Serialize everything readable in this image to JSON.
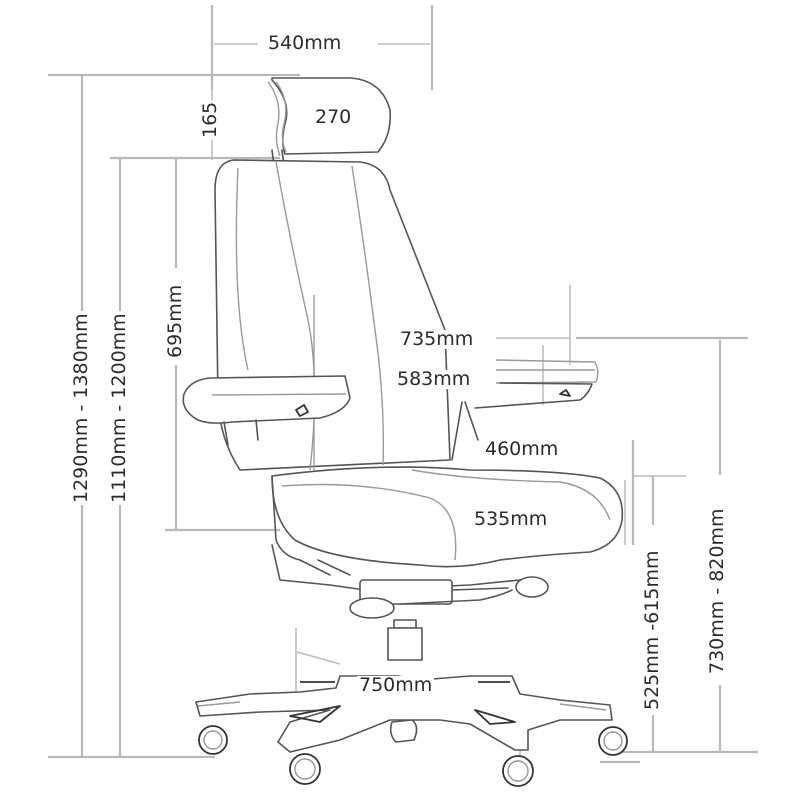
{
  "diagram": {
    "subject": "Office chair dimension drawing",
    "colors": {
      "ink": "#333333",
      "dimension_line": "#b9b9b9",
      "background": "#ffffff"
    },
    "dimensions": {
      "overall_width": "540mm",
      "headrest_width": "270",
      "headrest_height": "165",
      "overall_height_range": "1290mm - 1380mm",
      "back_height_range": "1110mm - 1200mm",
      "backrest_height": "695mm",
      "armrest_outer_width": "735mm",
      "armrest_inner_width": "583mm",
      "seat_depth": "460mm",
      "seat_width": "535mm",
      "base_diameter": "750mm",
      "seat_height_range": "525mm -615mm",
      "armrest_height_range": "730mm - 820mm"
    }
  }
}
